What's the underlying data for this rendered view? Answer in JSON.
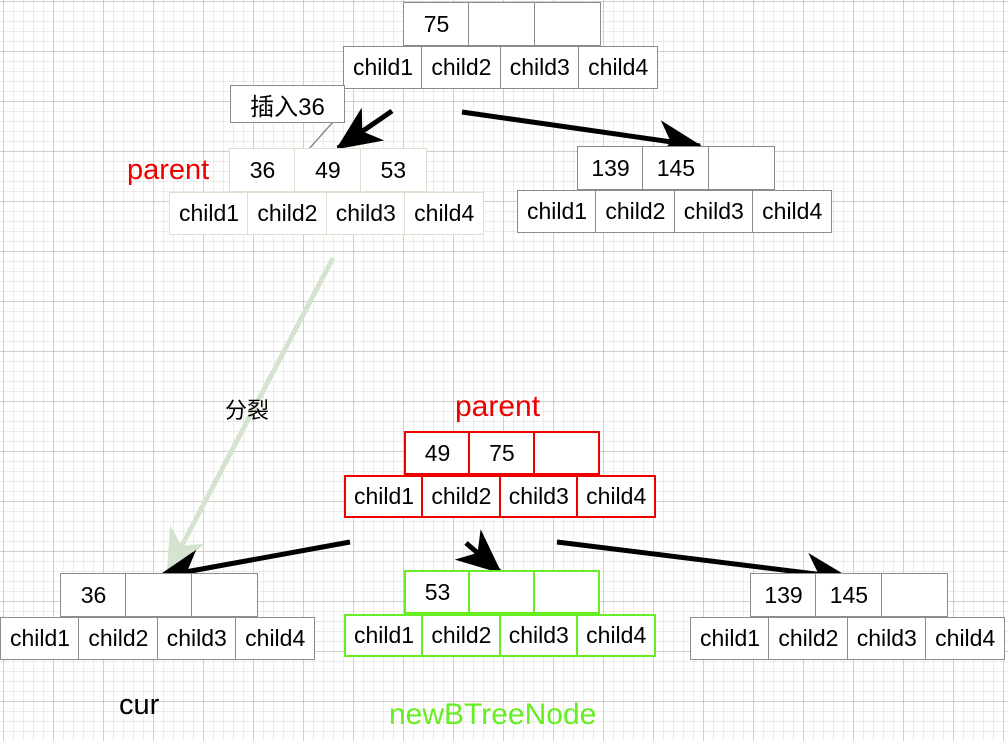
{
  "diagram": {
    "title_note": "B-tree node split illustration",
    "labels": {
      "parent_top": "parent",
      "parent_mid": "parent",
      "cur": "cur",
      "new_node": "newBTreeNode",
      "split": "分裂",
      "insert_callout": "插入36"
    },
    "colors": {
      "accent_red": "#ee0000",
      "accent_green": "#66ee22",
      "pale_green": "#d5e3cf",
      "neutral_gray": "#8c8c8c",
      "grid_line": "#beb2a8"
    },
    "child_labels": [
      "child1",
      "child2",
      "child3",
      "child4"
    ],
    "nodes": [
      {
        "id": "root",
        "border": "gray",
        "keys": [
          "75",
          "",
          ""
        ],
        "children": [
          "child1",
          "child2",
          "child3",
          "child4"
        ]
      },
      {
        "id": "left-old",
        "border": "pale-green",
        "keys": [
          "36",
          "49",
          "53"
        ],
        "children": [
          "child1",
          "child2",
          "child3",
          "child4"
        ]
      },
      {
        "id": "right-old",
        "border": "gray",
        "keys": [
          "139",
          "145",
          ""
        ],
        "children": [
          "child1",
          "child2",
          "child3",
          "child4"
        ]
      },
      {
        "id": "parent-new",
        "border": "red",
        "keys": [
          "49",
          "75",
          ""
        ],
        "children": [
          "child1",
          "child2",
          "child3",
          "child4"
        ]
      },
      {
        "id": "cur",
        "border": "gray",
        "keys": [
          "36",
          "",
          ""
        ],
        "children": [
          "child1",
          "child2",
          "child3",
          "child4"
        ]
      },
      {
        "id": "new-btree-node",
        "border": "green",
        "keys": [
          "53",
          "",
          ""
        ],
        "children": [
          "child1",
          "child2",
          "child3",
          "child4"
        ]
      },
      {
        "id": "right-new",
        "border": "gray",
        "keys": [
          "139",
          "145",
          ""
        ],
        "children": [
          "child1",
          "child2",
          "child3",
          "child4"
        ]
      }
    ]
  }
}
